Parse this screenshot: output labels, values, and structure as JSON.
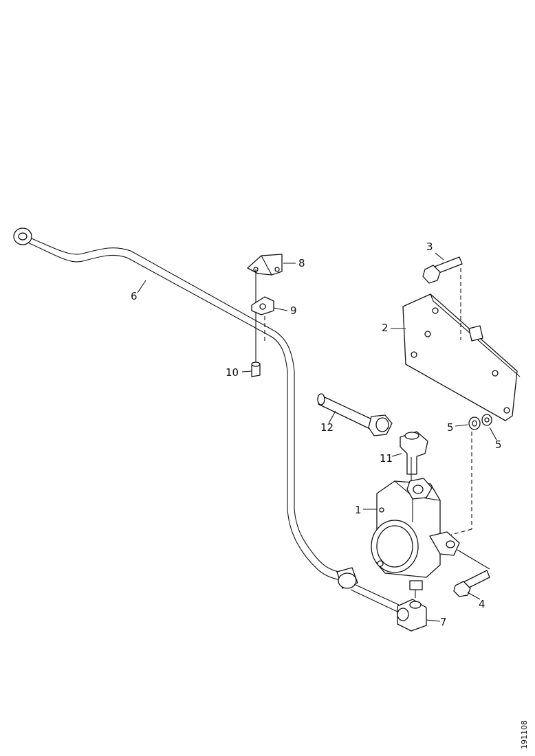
{
  "callouts": {
    "c1": "1",
    "c2": "2",
    "c3": "3",
    "c4": "4",
    "c5a": "5",
    "c5b": "5",
    "c6": "6",
    "c7": "7",
    "c8": "8",
    "c9": "9",
    "c10": "10",
    "c11": "11",
    "c12": "12"
  },
  "reference_code": "191108"
}
